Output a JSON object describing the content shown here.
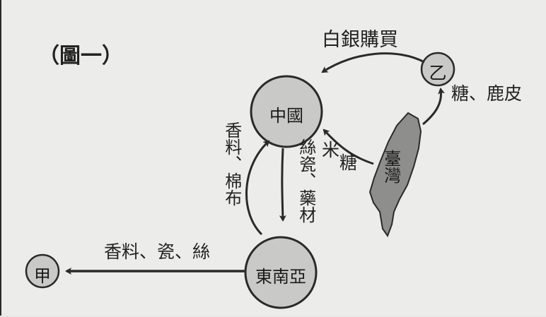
{
  "figure_title": "（圖一）",
  "nodes": {
    "china": "中國",
    "yi": "乙",
    "southeast_asia": "東南亞",
    "jia": "甲",
    "taiwan": "臺灣"
  },
  "flows": {
    "yi_to_china": "白銀購買",
    "taiwan_to_yi": "糖、鹿皮",
    "taiwan_to_china_1": "米",
    "taiwan_to_china_2": "糖",
    "sea_to_china": "香料、棉布",
    "china_to_sea": "絲瓷、藥材",
    "sea_to_jia": "香料、瓷、絲"
  },
  "colors": {
    "node_fill": "#c9c9c7",
    "stroke": "#2a2a2a",
    "island_fill": "#8e8e8c"
  }
}
